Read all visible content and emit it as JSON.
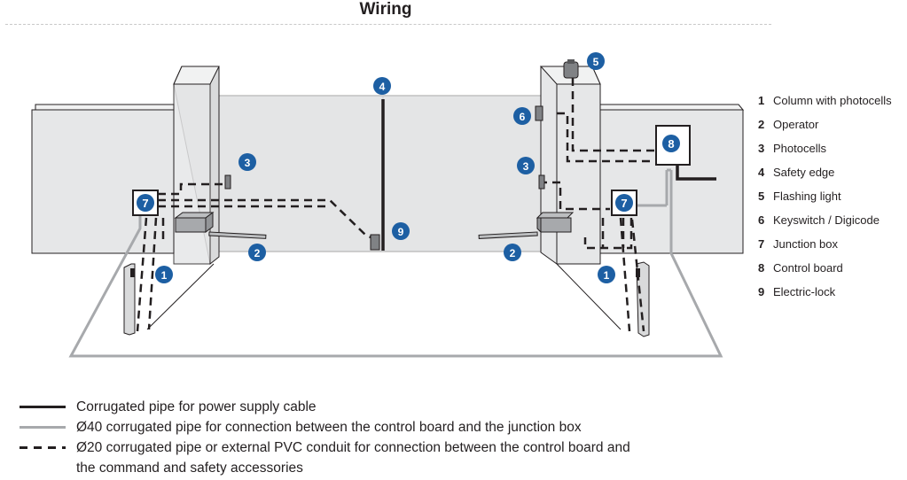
{
  "title": "Wiring",
  "markers": {
    "m1": "1",
    "m2": "2",
    "m3": "3",
    "m4": "4",
    "m5": "5",
    "m6": "6",
    "m7": "7",
    "m8": "8",
    "m9": "9"
  },
  "legend": [
    {
      "num": "1",
      "label": "Column with photocells"
    },
    {
      "num": "2",
      "label": "Operator"
    },
    {
      "num": "3",
      "label": "Photocells"
    },
    {
      "num": "4",
      "label": "Safety edge"
    },
    {
      "num": "5",
      "label": "Flashing light"
    },
    {
      "num": "6",
      "label": "Keyswitch / Digicode"
    },
    {
      "num": "7",
      "label": "Junction box"
    },
    {
      "num": "8",
      "label": "Control board"
    },
    {
      "num": "9",
      "label": "Electric-lock"
    }
  ],
  "pipes": [
    {
      "style": "solid-black",
      "label": "Corrugated pipe for power supply cable"
    },
    {
      "style": "solid-grey",
      "label": "Ø40 corrugated pipe for connection between the control board and the junction box"
    },
    {
      "style": "dashed",
      "label": "Ø20 corrugated pipe or external PVC conduit  for connection between the control board and",
      "label2": "the command and safety accessories"
    }
  ],
  "colors": {
    "marker": "#1d5fa3",
    "wall": "#e6e7e8",
    "outline": "#231f20",
    "grey_pipe": "#a7a9ac"
  }
}
